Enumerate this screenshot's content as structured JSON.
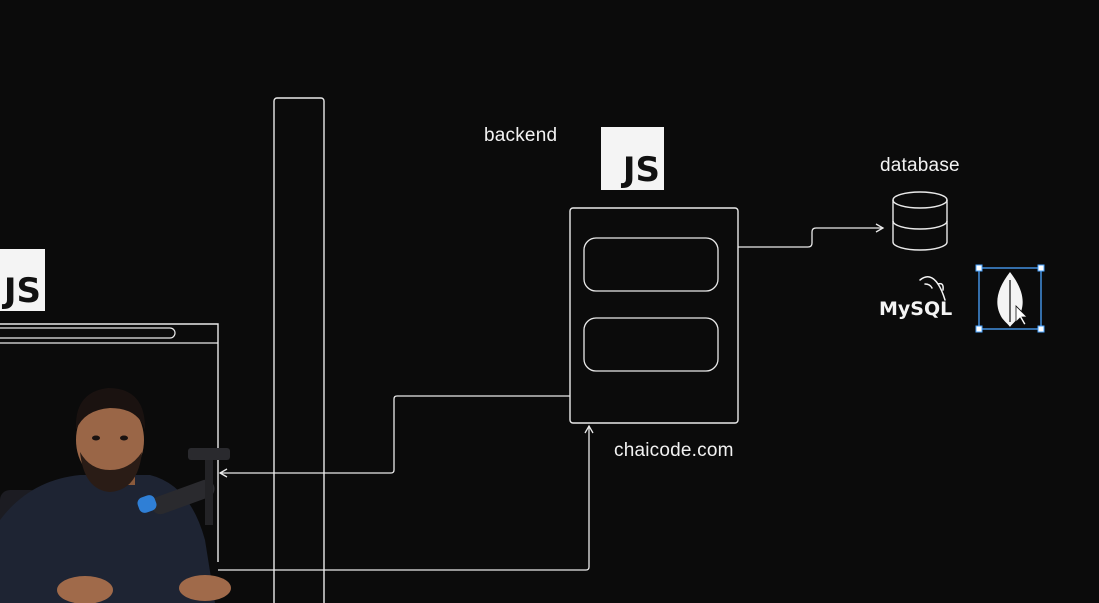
{
  "labels": {
    "backend": "backend",
    "database": "database",
    "domain": "chaicode.com"
  },
  "badges": {
    "js_main": "JS",
    "js_left": "JS"
  },
  "logos": {
    "mysql": "MySQL",
    "mysql_icon": "mysql-dolphin-icon",
    "mongodb_icon": "mongodb-leaf-icon"
  },
  "colors": {
    "background": "#0b0b0b",
    "stroke": "#eaeaea",
    "selection": "#4aa3ff",
    "badge": "#f4f4f4"
  }
}
